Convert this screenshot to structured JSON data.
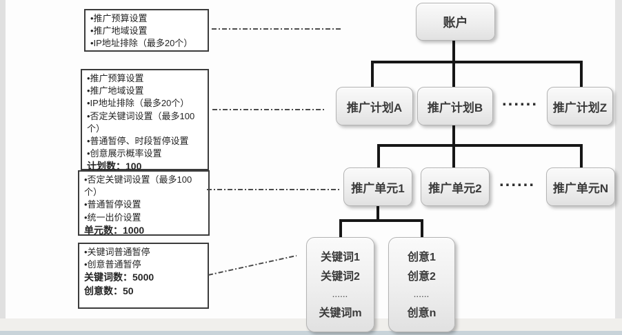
{
  "annotations": [
    {
      "bullets": [
        "•推广预算设置",
        "•推广地域设置",
        "•IP地址排除（最多20个）"
      ],
      "stats": []
    },
    {
      "bullets": [
        "•推广预算设置",
        "•推广地域设置",
        "•IP地址排除（最多20个）",
        "•否定关键词设置（最多100个）",
        "•普通暂停、时段暂停设置",
        "•创意展示概率设置"
      ],
      "stats": [
        "计划数：100"
      ]
    },
    {
      "bullets": [
        "•否定关键词设置（最多100个）",
        "•普通暂停设置",
        "•统一出价设置"
      ],
      "stats": [
        "单元数：1000"
      ]
    },
    {
      "bullets": [
        "•关键词普通暂停",
        "•创意普通暂停"
      ],
      "stats": [
        "关键词数：5000",
        "创意数：50"
      ]
    }
  ],
  "tree": {
    "root_label": "账户",
    "level2": {
      "nodes": [
        "推广计划A",
        "推广计划B",
        "推广计划Z"
      ],
      "ellipsis": "......"
    },
    "level3": {
      "nodes": [
        "推广单元1",
        "推广单元2",
        "推广单元N"
      ],
      "ellipsis": "......"
    },
    "keywords_box": {
      "lines": [
        "关键词1",
        "关键词2",
        "......",
        "关键词m"
      ]
    },
    "creatives_box": {
      "lines": [
        "创意1",
        "创意2",
        "......",
        "创意n"
      ]
    }
  },
  "colors": {
    "tree_line": "#161616",
    "connector_line": "#4a4a4a",
    "node_border": "#b3b3b3",
    "annotation_border": "#3b3b3b",
    "bottom_bar": "#c8d3d9"
  }
}
